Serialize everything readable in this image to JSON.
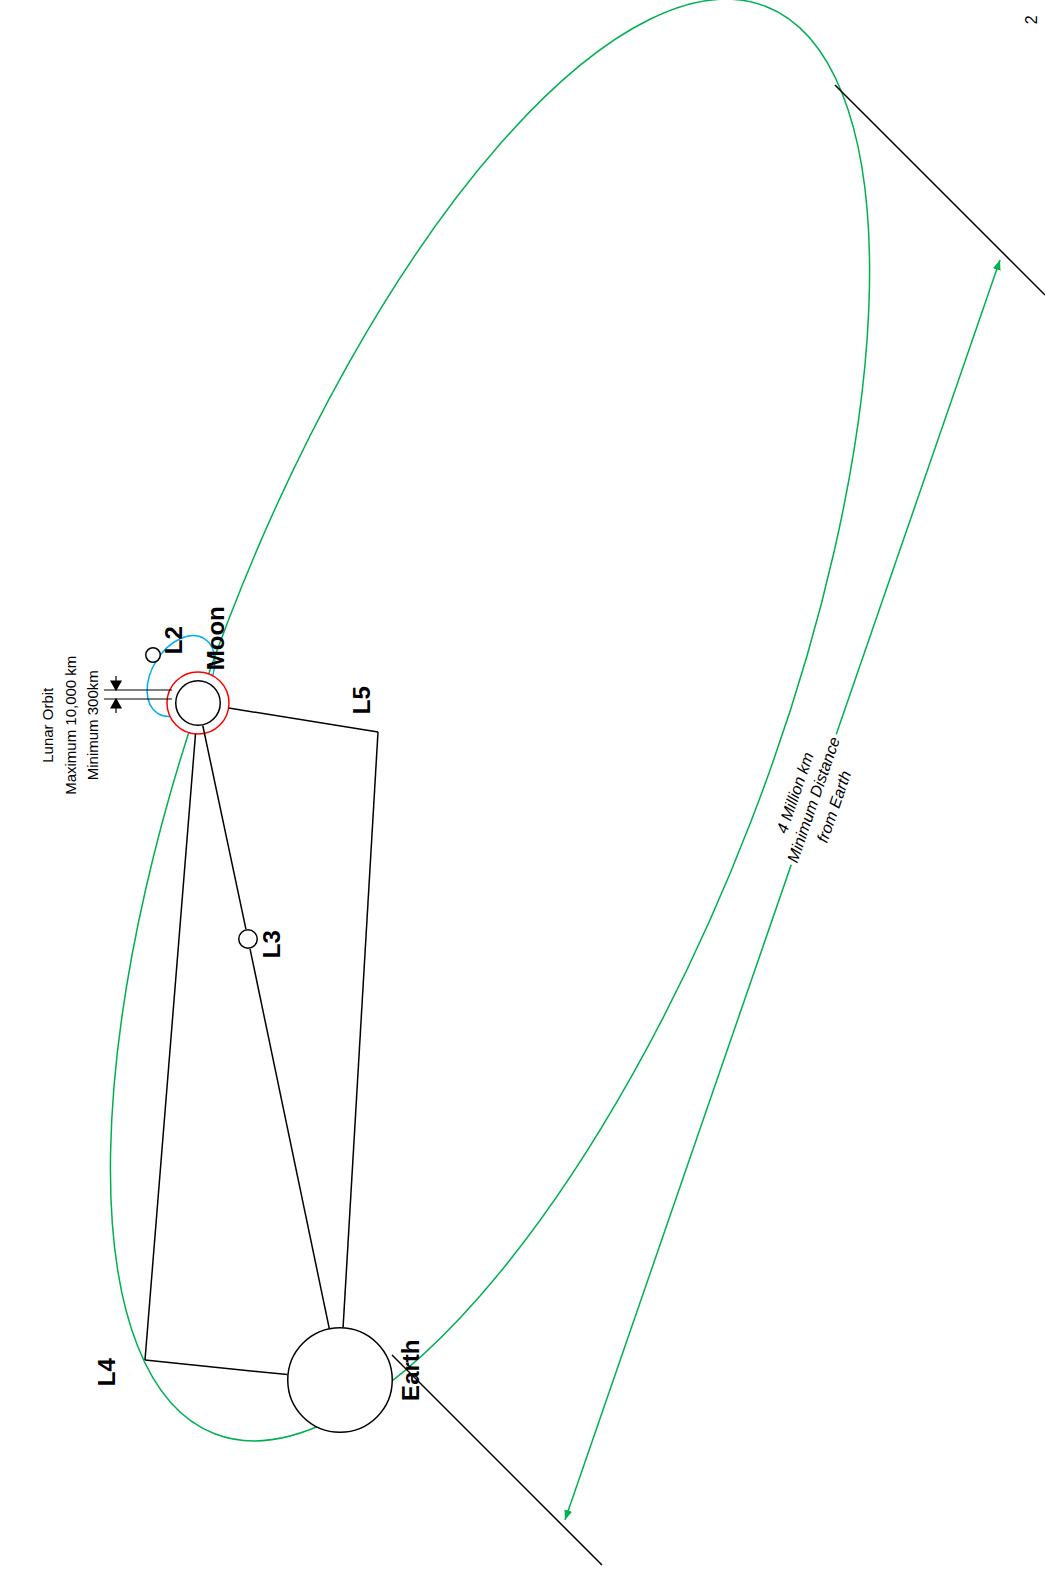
{
  "diagram": {
    "nodes": [
      {
        "text": [
          "L2"
        ]
      },
      {
        "text": [
          "Moon"
        ]
      },
      {
        "text": [
          "L3"
        ]
      },
      {
        "text": [
          "Earth"
        ]
      }
    ],
    "edges": [
      {
        "from": 3,
        "to": 2,
        "arrow": "none"
      },
      {
        "from": 2,
        "to": 1,
        "arrow": "none"
      }
    ],
    "labels": [
      "2",
      "Lunar Orbit",
      "Maximum 10,000 km",
      "Minimum 300km",
      "L5",
      "L4",
      "4 Million km",
      "Minimum Distance",
      "from Earth"
    ]
  }
}
